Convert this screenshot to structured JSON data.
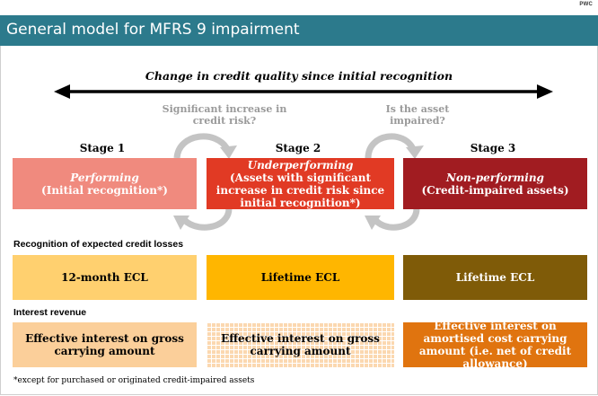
{
  "brand": "PWC",
  "title": "General model for MFRS 9 impairment",
  "change_label": "Change in credit quality since initial recognition",
  "questions": {
    "q1": "Significant increase in credit risk?",
    "q2": "Is the asset impaired?"
  },
  "stages": [
    {
      "label": "Stage 1",
      "name": "Performing",
      "desc": "(Initial recognition*)",
      "color": "#f08a7e"
    },
    {
      "label": "Stage 2",
      "name": "Underperforming",
      "desc": "(Assets with significant increase in credit risk since initial recognition*)",
      "color": "#e13a24"
    },
    {
      "label": "Stage 3",
      "name": "Non-performing",
      "desc": "(Credit-impaired assets)",
      "color": "#a11c21"
    }
  ],
  "ecl_heading": "Recognition of expected credit losses",
  "ecl": [
    {
      "text": "12-month ECL",
      "color": "#ffd06f"
    },
    {
      "text": "Lifetime ECL",
      "color": "#ffb600"
    },
    {
      "text": "Lifetime ECL",
      "color": "#7f5b08"
    }
  ],
  "interest_heading": "Interest revenue",
  "interest": [
    {
      "text": "Effective interest on gross carrying amount",
      "color": "#fbcf9a"
    },
    {
      "text": "Effective interest on gross carrying amount",
      "color": "#fbd8b0"
    },
    {
      "text": "Effective interest on amortised cost carrying amount (i.e. net of credit allowance)",
      "color": "#e0740f"
    }
  ],
  "footnote": "*except for purchased or originated credit-impaired assets"
}
